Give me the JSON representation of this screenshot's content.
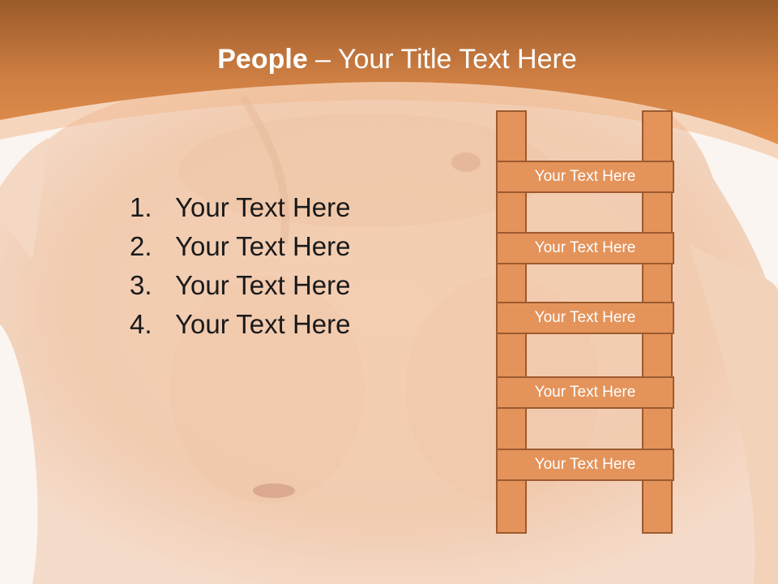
{
  "title": {
    "bold": "People",
    "rest": " – Your Title Text Here"
  },
  "list": [
    {
      "number": "1.",
      "text": "Your Text Here"
    },
    {
      "number": "2.",
      "text": "Your Text Here"
    },
    {
      "number": "3.",
      "text": "Your Text Here"
    },
    {
      "number": "4.",
      "text": "Your Text Here"
    }
  ],
  "ladder": {
    "rungs": [
      "Your Text Here",
      "Your Text Here",
      "Your Text Here",
      "Your Text Here",
      "Your Text Here"
    ]
  },
  "colors": {
    "header": "#d6884a",
    "accent": "#e4935a",
    "outline": "#9c5a2f",
    "skin": "#f0c6a6"
  }
}
